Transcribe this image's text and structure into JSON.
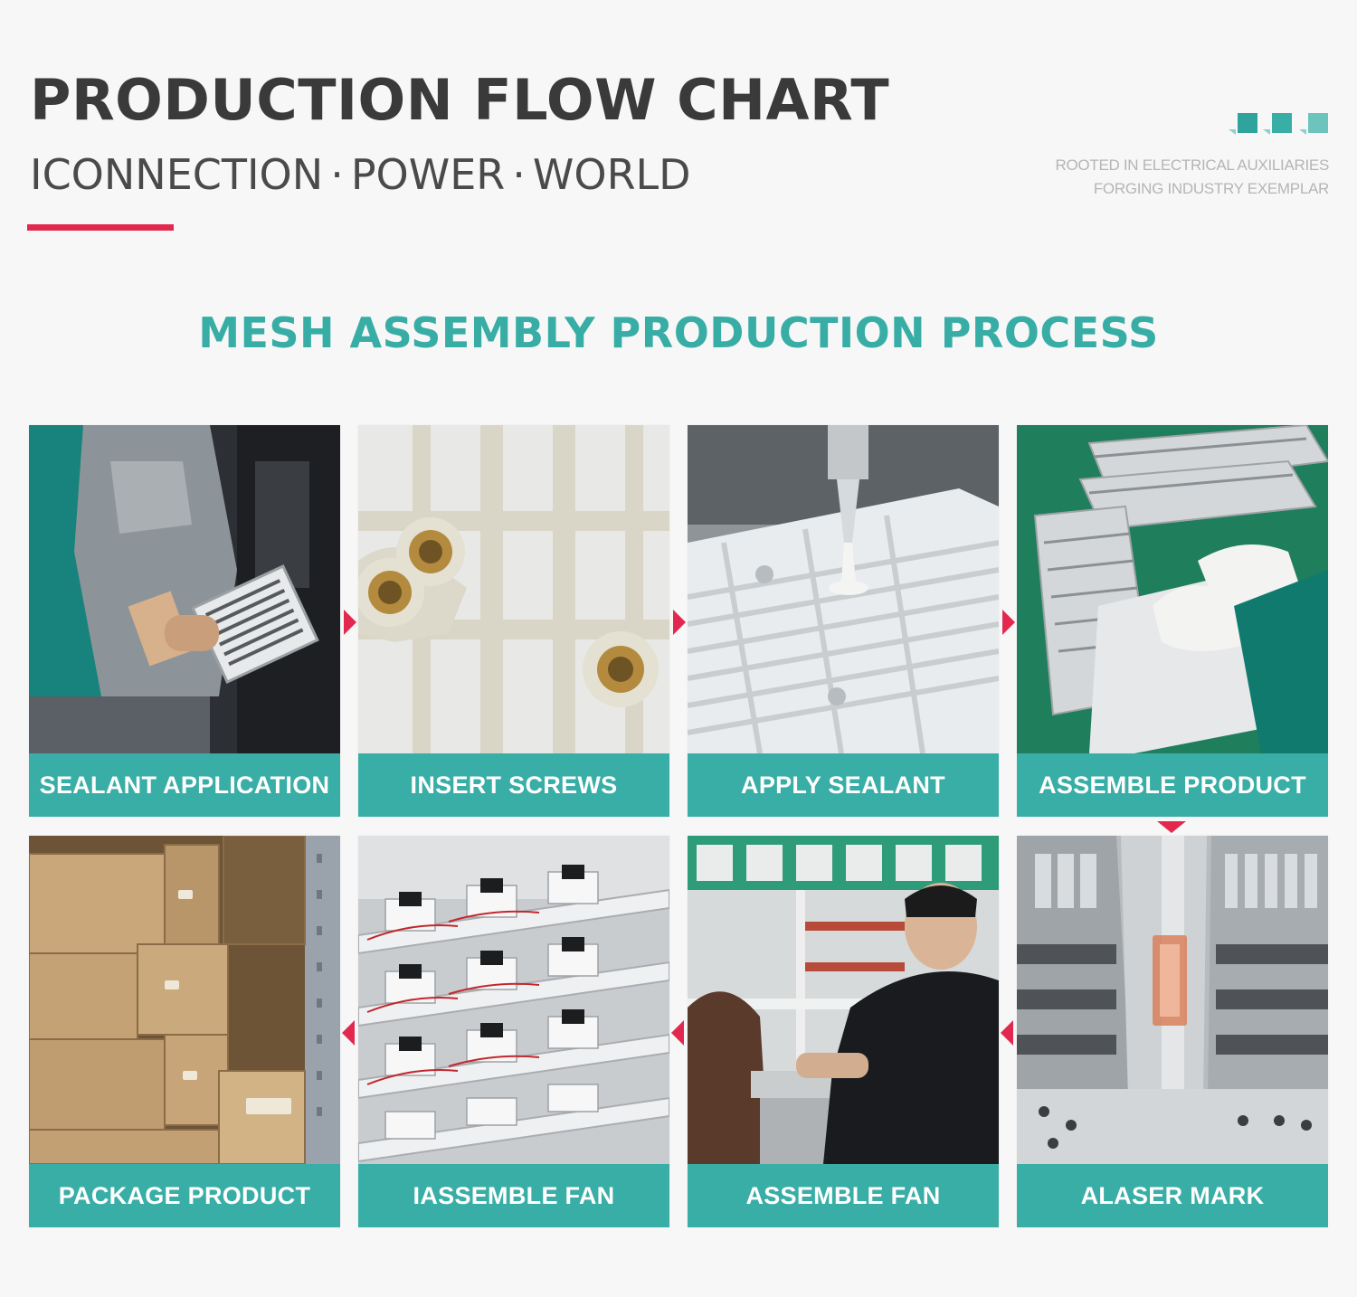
{
  "header": {
    "title": "PRODUCTION FLOW CHART",
    "subtitle_parts": [
      "ICONNECTION",
      "POWER",
      "WORLD"
    ],
    "subtitle_separator": "·",
    "slogan_line1": "ROOTED IN ELECTRICAL AUXILIARIES",
    "slogan_line2": "FORGING INDUSTRY EXEMPLAR",
    "accent_color": "#e3284f",
    "brand_color": "#39aea6"
  },
  "section": {
    "heading": "MESH ASSEMBLY PRODUCTION PROCESS"
  },
  "steps": [
    {
      "label": "SEALANT APPLICATION",
      "photo": "worker-holding-grille-photo"
    },
    {
      "label": "INSERT SCREWS",
      "photo": "grille-with-brass-inserts-photo"
    },
    {
      "label": "APPLY SEALANT",
      "photo": "sealant-nozzle-on-grille-photo"
    },
    {
      "label": "ASSEMBLE PRODUCT",
      "photo": "gloved-hands-assembling-grilles-photo"
    },
    {
      "label": "ALASER MARK",
      "photo": "laser-marked-grilles-photo"
    },
    {
      "label": "ASSEMBLE FAN",
      "photo": "workers-at-assembly-line-photo"
    },
    {
      "label": "IASSEMBLE FAN",
      "photo": "fan-units-on-racks-photo"
    },
    {
      "label": "PACKAGE PRODUCT",
      "photo": "stacked-cardboard-boxes-photo"
    }
  ]
}
